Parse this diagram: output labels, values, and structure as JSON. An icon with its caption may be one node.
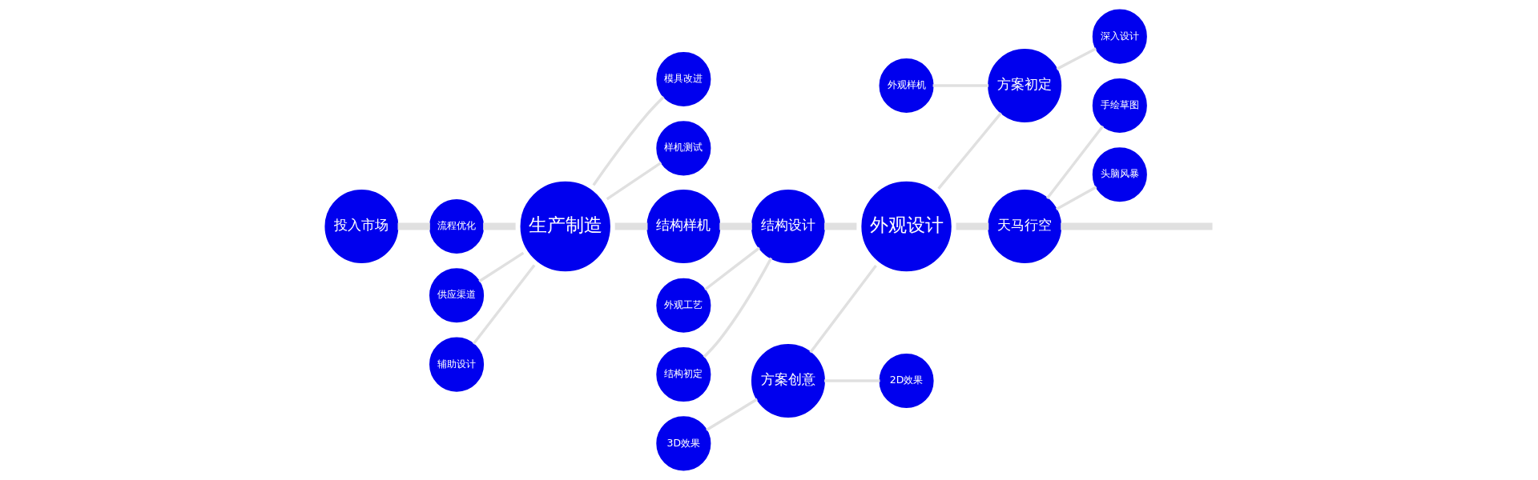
{
  "diagram": {
    "nodes": [
      {
        "text": [
          "投入市场"
        ]
      },
      {
        "text": [
          "流程优化"
        ]
      },
      {
        "text": [
          "供应渠道"
        ]
      },
      {
        "text": [
          "辅助设计"
        ]
      },
      {
        "text": [
          "生产制造"
        ]
      },
      {
        "text": [
          "模具改进"
        ]
      },
      {
        "text": [
          "样机测试"
        ]
      },
      {
        "text": [
          "结构样机"
        ]
      },
      {
        "text": [
          "外观工艺"
        ]
      },
      {
        "text": [
          "结构设计"
        ]
      },
      {
        "text": [
          "结构初定"
        ]
      },
      {
        "text": [
          "3D效果"
        ]
      },
      {
        "text": [
          "方案创意"
        ]
      },
      {
        "text": [
          "外观设计"
        ]
      },
      {
        "text": [
          "方案初定"
        ]
      },
      {
        "text": [
          "外观样机"
        ]
      },
      {
        "text": [
          "2D效果"
        ]
      },
      {
        "text": [
          "深入设计"
        ]
      },
      {
        "text": [
          "手绘草图"
        ]
      },
      {
        "text": [
          "天马行空"
        ]
      },
      {
        "text": [
          "头脑风暴"
        ]
      }
    ],
    "edges": [
      {
        "from": 0,
        "to": 1,
        "arrow": "none",
        "style": "thick"
      },
      {
        "from": 1,
        "to": 4,
        "arrow": "none",
        "style": "thick"
      },
      {
        "from": 4,
        "to": 7,
        "arrow": "none",
        "style": "thick"
      },
      {
        "from": 7,
        "to": 9,
        "arrow": "none",
        "style": "thick"
      },
      {
        "from": 9,
        "to": 13,
        "arrow": "none",
        "style": "thick"
      },
      {
        "from": 13,
        "to": 19,
        "arrow": "none",
        "style": "thick"
      },
      {
        "from": 19,
        "to": null,
        "arrow": "none",
        "style": "thick"
      },
      {
        "from": 2,
        "to": 4,
        "arrow": "none"
      },
      {
        "from": 3,
        "to": 4,
        "arrow": "none"
      },
      {
        "from": 4,
        "to": 5,
        "arrow": "none"
      },
      {
        "from": 4,
        "to": 6,
        "arrow": "none"
      },
      {
        "from": 8,
        "to": 9,
        "arrow": "none"
      },
      {
        "from": 10,
        "to": 9,
        "arrow": "none"
      },
      {
        "from": 11,
        "to": 12,
        "arrow": "none"
      },
      {
        "from": 12,
        "to": 13,
        "arrow": "none"
      },
      {
        "from": 13,
        "to": 14,
        "arrow": "none"
      },
      {
        "from": 15,
        "to": 14,
        "arrow": "none"
      },
      {
        "from": 12,
        "to": 16,
        "arrow": "none"
      },
      {
        "from": 14,
        "to": 17,
        "arrow": "none"
      },
      {
        "from": 19,
        "to": 18,
        "arrow": "none"
      },
      {
        "from": 19,
        "to": 20,
        "arrow": "none"
      }
    ]
  }
}
